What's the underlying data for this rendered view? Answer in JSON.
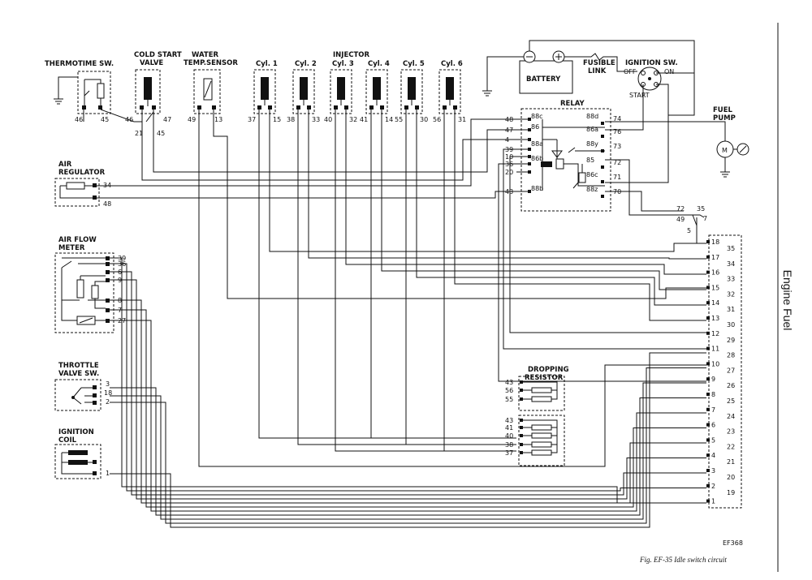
{
  "components": {
    "thermotime_sw": {
      "label": "THERMOTIME SW.",
      "pins": [
        "46",
        "45"
      ]
    },
    "cold_start_valve": {
      "label_lines": [
        "COLD START",
        "VALVE"
      ],
      "pins": [
        "46",
        "47",
        "21",
        "45"
      ]
    },
    "water_temp_sensor": {
      "label_lines": [
        "WATER",
        "TEMP.SENSOR"
      ],
      "pins": [
        "49",
        "13"
      ]
    },
    "injector": {
      "label": "INJECTOR",
      "cylinders": [
        {
          "label": "Cyl. 1",
          "pins": [
            "37",
            "15"
          ]
        },
        {
          "label": "Cyl. 2",
          "pins": [
            "38",
            "33"
          ]
        },
        {
          "label": "Cyl. 3",
          "pins": [
            "40",
            "32"
          ]
        },
        {
          "label": "Cyl. 4",
          "pins": [
            "41",
            "14"
          ]
        },
        {
          "label": "Cyl. 5",
          "pins": [
            "55",
            "30"
          ]
        },
        {
          "label": "Cyl. 6",
          "pins": [
            "56",
            "31"
          ]
        }
      ]
    },
    "battery": {
      "label": "BATTERY"
    },
    "fusible_link": {
      "label_lines": [
        "FUSIBLE",
        "LINK"
      ]
    },
    "ignition_sw": {
      "label": "IGNITION SW.",
      "off": "OFF",
      "on": "ON",
      "start": "START"
    },
    "relay": {
      "label": "RELAY",
      "left_pins": [
        "48",
        "47",
        "4",
        "39",
        "10",
        "36",
        "20",
        "43"
      ],
      "left_terms": [
        "88c",
        "86",
        "88a",
        "86b",
        "88b"
      ],
      "right_pins": [
        "74",
        "76",
        "73",
        "72",
        "71",
        "70"
      ],
      "right_terms": [
        "88d",
        "86a",
        "88y",
        "85",
        "86c",
        "88z"
      ]
    },
    "fuel_pump": {
      "label_lines": [
        "FUEL",
        "PUMP"
      ],
      "motor": "M"
    },
    "air_regulator": {
      "label_lines": [
        "AIR",
        "REGULATOR"
      ],
      "pins": [
        "34",
        "48"
      ]
    },
    "air_flow_meter": {
      "label_lines": [
        "AIR FLOW",
        "METER"
      ],
      "pins": [
        "39",
        "36",
        "6",
        "9",
        "8",
        "7",
        "27"
      ]
    },
    "throttle_valve_sw": {
      "label_lines": [
        "THROTTLE",
        "VALVE SW."
      ],
      "pins": [
        "3",
        "18",
        "2"
      ]
    },
    "ignition_coil": {
      "label_lines": [
        "IGNITION",
        "COIL"
      ],
      "pins": [
        "1"
      ]
    },
    "dropping_resistor": {
      "label_lines": [
        "DROPPING",
        "RESISTOR"
      ],
      "upper_pins": [
        "43",
        "56",
        "55"
      ],
      "lower_pins": [
        "43",
        "41",
        "40",
        "38",
        "37"
      ]
    },
    "junction": {
      "pins": [
        "72",
        "35",
        "49",
        "5",
        "7"
      ]
    },
    "control_unit": {
      "left_pins": [
        "18",
        "17",
        "16",
        "15",
        "14",
        "13",
        "12",
        "11",
        "10",
        "9",
        "8",
        "7",
        "6",
        "5",
        "4",
        "3",
        "2",
        "1"
      ],
      "right_pins": [
        "35",
        "34",
        "33",
        "32",
        "31",
        "30",
        "29",
        "28",
        "27",
        "26",
        "25",
        "24",
        "23",
        "22",
        "21",
        "20",
        "19"
      ]
    }
  },
  "side_label": "Engine Fuel",
  "figure_code": "EF368",
  "caption": "Fig. EF-35  Idle switch circuit"
}
